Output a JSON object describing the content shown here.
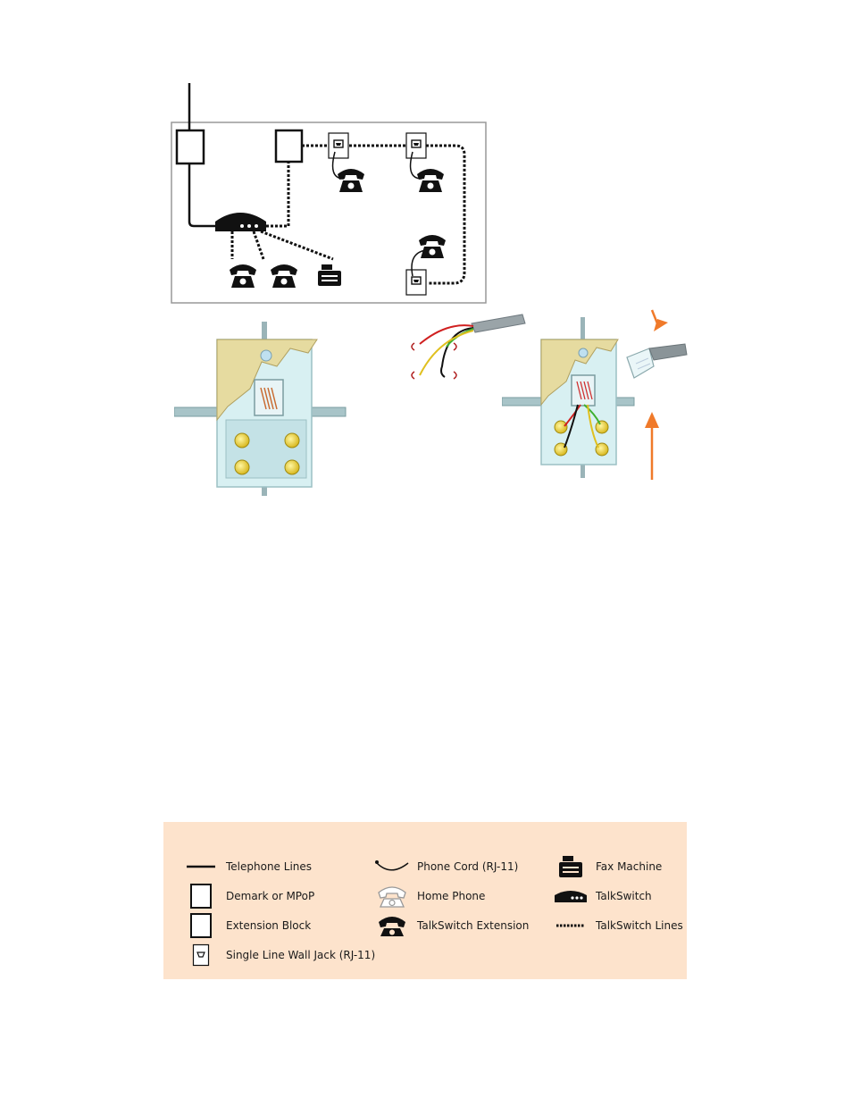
{
  "legend": {
    "items": [
      {
        "label": "Telephone Lines",
        "icon": "solid-line-icon"
      },
      {
        "label": "Demark or MPoP",
        "icon": "demark-box-icon"
      },
      {
        "label": "Extension Block",
        "icon": "extension-block-icon"
      },
      {
        "label": "Single Line Wall Jack (RJ-11)",
        "icon": "wall-jack-icon"
      },
      {
        "label": "Phone Cord (RJ-11)",
        "icon": "phone-cord-icon"
      },
      {
        "label": "Home Phone",
        "icon": "home-phone-icon"
      },
      {
        "label": "TalkSwitch Extension",
        "icon": "talkswitch-phone-icon"
      },
      {
        "label": "Fax Machine",
        "icon": "fax-icon"
      },
      {
        "label": "TalkSwitch",
        "icon": "talkswitch-unit-icon"
      },
      {
        "label": "TalkSwitch Lines",
        "icon": "dotted-line-icon"
      }
    ]
  },
  "colors": {
    "legend_bg": "#fde3cc",
    "arrow": "#f07a2a",
    "plate": "#d6f0f2",
    "plate_cover": "#e8dca0",
    "screw": "#f0d840",
    "wire_red": "#d02020",
    "wire_green": "#40b030",
    "wire_yellow": "#e0c020"
  }
}
